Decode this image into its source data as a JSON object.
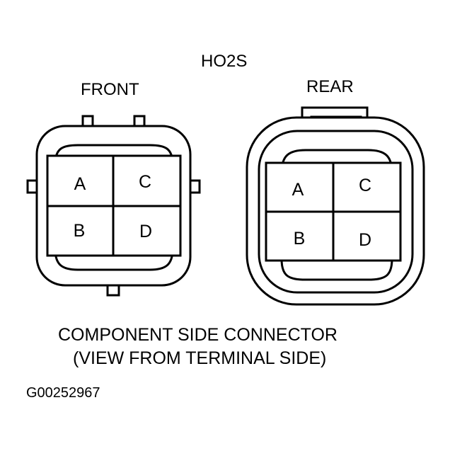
{
  "diagram": {
    "title": "HO2S",
    "connectors": [
      {
        "label": "FRONT",
        "terminals": [
          "A",
          "C",
          "B",
          "D"
        ]
      },
      {
        "label": "REAR",
        "terminals": [
          "A",
          "C",
          "B",
          "D"
        ]
      }
    ],
    "caption_line1": "COMPONENT SIDE CONNECTOR",
    "caption_line2": "(VIEW FROM TERMINAL SIDE)",
    "figure_id": "G00252967"
  }
}
